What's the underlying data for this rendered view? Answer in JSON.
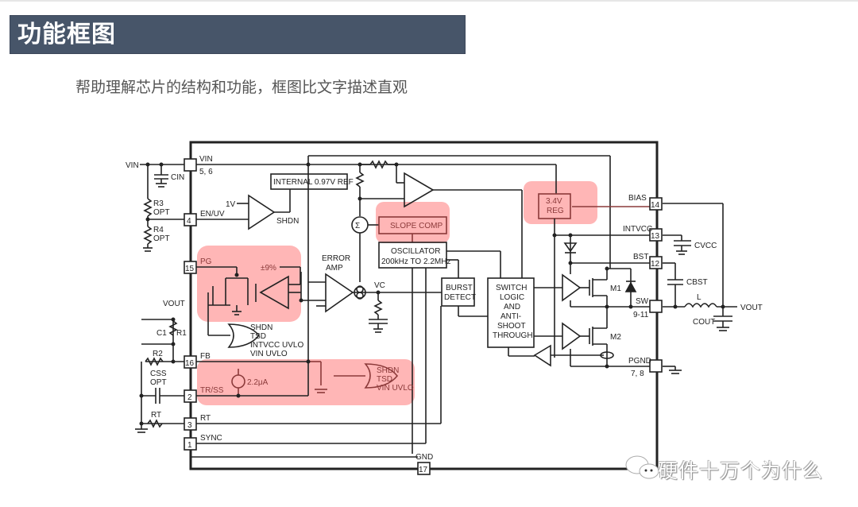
{
  "header": {
    "title": "功能框图",
    "subtitle": "帮助理解芯片的结构和功能，框图比文字描述直观"
  },
  "colors": {
    "banner_bg": "#475569",
    "highlight": "#ff9e9e",
    "line": "#222222",
    "highlight_text": "#8b3a3a"
  },
  "diagram": {
    "pins": {
      "vin": {
        "name": "VIN",
        "number": "5, 6"
      },
      "en_uv": {
        "name": "EN/UV",
        "number": "4"
      },
      "pg": {
        "name": "PG",
        "number": "15"
      },
      "fb": {
        "name": "FB",
        "number": "16"
      },
      "tr_ss": {
        "name": "TR/SS",
        "number": "2"
      },
      "rt": {
        "name": "RT",
        "number": "3"
      },
      "sync": {
        "name": "SYNC",
        "number": "1"
      },
      "gnd": {
        "name": "GND",
        "number": "17"
      },
      "bias": {
        "name": "BIAS",
        "number": "14"
      },
      "intvcc": {
        "name": "INTVCC",
        "number": "13"
      },
      "bst": {
        "name": "BST",
        "number": "12"
      },
      "sw": {
        "name": "SW",
        "number": "9-11"
      },
      "pgnd": {
        "name": "PGND",
        "number": "7, 8"
      }
    },
    "blocks": {
      "ref": "INTERNAL 0.97V REF",
      "slope_comp": "SLOPE COMP",
      "osc_line1": "OSCILLATOR",
      "osc_line2": "200kHz TO 2.2MHz",
      "burst_line1": "BURST",
      "burst_line2": "DETECT",
      "switch_logic": [
        "SWITCH",
        "LOGIC",
        "AND",
        "ANTI-",
        "SHOOT",
        "THROUGH"
      ],
      "reg_line1": "3.4V",
      "reg_line2": "REG",
      "error_amp_line1": "ERROR",
      "error_amp_line2": "AMP"
    },
    "labels": {
      "vin_ext": "VIN",
      "cin": "CIN",
      "r3": "R3",
      "r4": "R4",
      "opt": "OPT",
      "one_v": "1V",
      "shdn": "SHDN",
      "vout_top": "VOUT",
      "c1": "C1",
      "r1": "R1",
      "r2": "R2",
      "css": "CSS",
      "rt": "RT",
      "pm9": "±9%",
      "uvlo_inputs": [
        "SHDN",
        "TSD",
        "INTVCC UVLO",
        "VIN UVLO"
      ],
      "ss_inputs": [
        "SHDN",
        "TSD",
        "VIN UVLO"
      ],
      "current_src": "2.2μA",
      "vc": "VC",
      "sigma": "Σ",
      "m1": "M1",
      "m2": "M2",
      "cvcc": "CVCC",
      "cbst": "CBST",
      "inductor": "L",
      "vout_right": "VOUT",
      "cout": "COUT"
    }
  },
  "watermark": {
    "icon": "wechat-icon",
    "text": "硬件十万个为什么"
  }
}
